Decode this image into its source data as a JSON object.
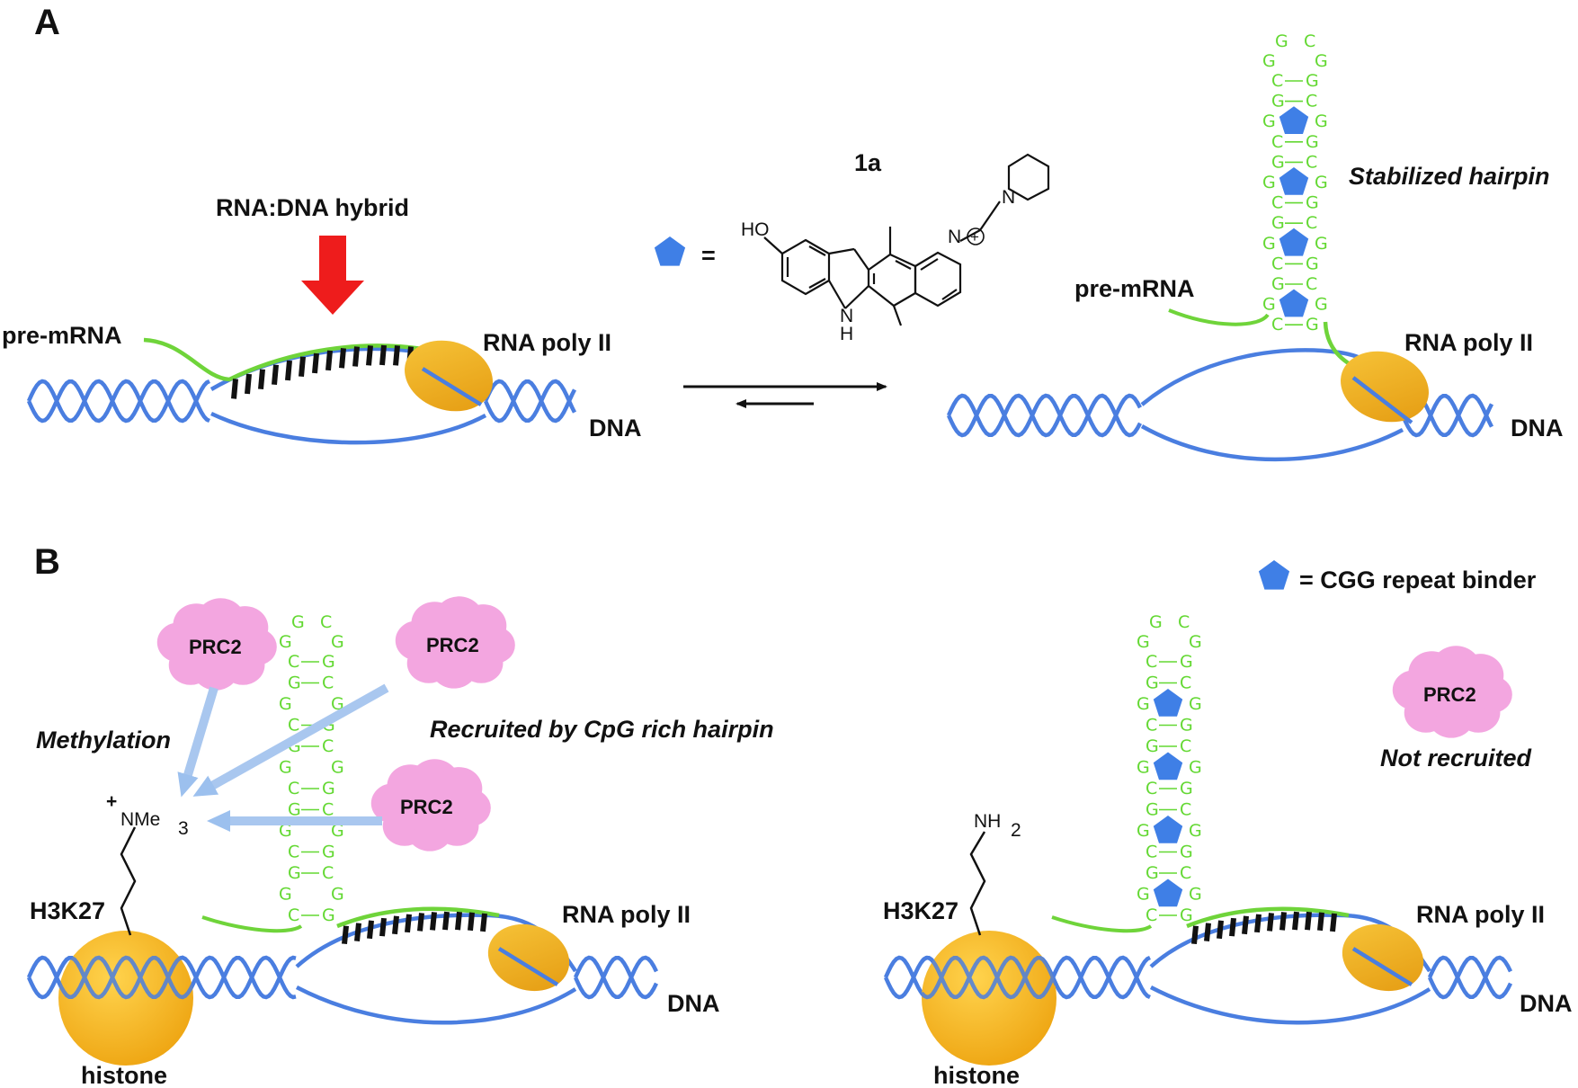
{
  "panels": {
    "a": "A",
    "b": "B"
  },
  "labels": {
    "rna_dna_hybrid": "RNA:DNA hybrid",
    "pre_mrna": "pre-mRNA",
    "rna_poly": "RNA poly II",
    "dna": "DNA",
    "compound": "1a",
    "equals": "=",
    "stabilized_hairpin": "Stabilized hairpin",
    "cgg_binder": "= CGG repeat binder",
    "prc2": "PRC2",
    "methylation": "Methylation",
    "recruited": "Recruited by CpG rich hairpin",
    "not_recruited": "Not recruited",
    "h3k27": "H3K27",
    "histone": "histone"
  },
  "chem": {
    "ho": "HO",
    "nh": "N",
    "h": "H",
    "n_plus": "N",
    "plus": "+",
    "n_pip": "N",
    "nme3_plus": "+",
    "nme3": "NMe",
    "nme3_sub": "3",
    "nh2": "NH",
    "nh2_sub": "2"
  },
  "hairpin_loop": {
    "left": "G",
    "right": "C",
    "left2": "G",
    "right2": "G"
  },
  "hairpin_a_pairs": [
    [
      "C",
      "G"
    ],
    [
      "G",
      "C"
    ],
    [
      "G",
      "G"
    ],
    [
      "C",
      "G"
    ],
    [
      "G",
      "C"
    ],
    [
      "G",
      "G"
    ],
    [
      "C",
      "G"
    ],
    [
      "G",
      "C"
    ],
    [
      "G",
      "G"
    ],
    [
      "C",
      "G"
    ],
    [
      "G",
      "C"
    ],
    [
      "G",
      "G"
    ],
    [
      "C",
      "G"
    ]
  ],
  "hairpin_b1_pairs": [
    [
      "C",
      "G"
    ],
    [
      "G",
      "C"
    ],
    [
      "G",
      "G"
    ],
    [
      "C",
      "G"
    ],
    [
      "G",
      "C"
    ],
    [
      "G",
      "G"
    ],
    [
      "C",
      "G"
    ],
    [
      "G",
      "C"
    ],
    [
      "G",
      "G"
    ],
    [
      "C",
      "G"
    ],
    [
      "G",
      "C"
    ],
    [
      "G",
      "G"
    ],
    [
      "C",
      "G"
    ]
  ],
  "hairpin_b2_pairs": [
    [
      "C",
      "G"
    ],
    [
      "G",
      "C"
    ],
    [
      "G",
      "G"
    ],
    [
      "C",
      "G"
    ],
    [
      "G",
      "C"
    ],
    [
      "G",
      "G"
    ],
    [
      "C",
      "G"
    ],
    [
      "G",
      "C"
    ],
    [
      "G",
      "G"
    ],
    [
      "C",
      "G"
    ],
    [
      "G",
      "C"
    ],
    [
      "G",
      "G"
    ],
    [
      "C",
      "G"
    ]
  ],
  "colors": {
    "dna": "#4a7ee0",
    "rna": "#6fd43a",
    "polymerase": "#f0b21a",
    "arrow_red": "#ee1c1c",
    "binder": "#3f7fe6",
    "prc2": "#f3a6e0"
  }
}
